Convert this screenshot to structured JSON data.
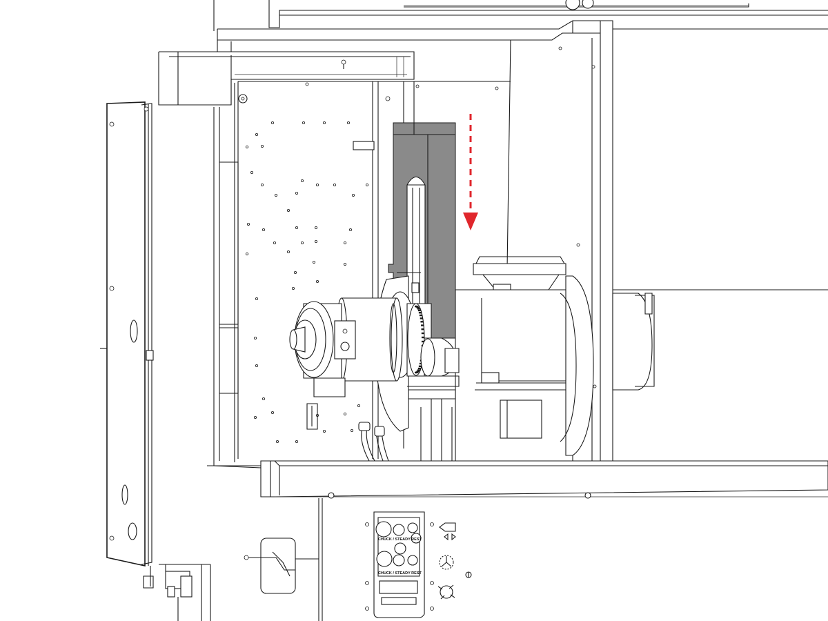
{
  "colors": {
    "line": "#1a1a1a",
    "background": "#ffffff",
    "highlight_part": "#8a8a8a",
    "arrow": "#e0262c"
  },
  "callout": {
    "arrow_icon": "dashed-down-arrow",
    "meaning": "move highlighted part downward"
  },
  "control_panel": {
    "label_top": "CHUCK / STEADY REST",
    "label_bottom": "CHUCK / STEADY REST"
  },
  "symbols": [
    "direction-arrow-icon",
    "triangle-arrows-icon",
    "chuck-symbol-icon",
    "clamp-symbol-icon"
  ]
}
